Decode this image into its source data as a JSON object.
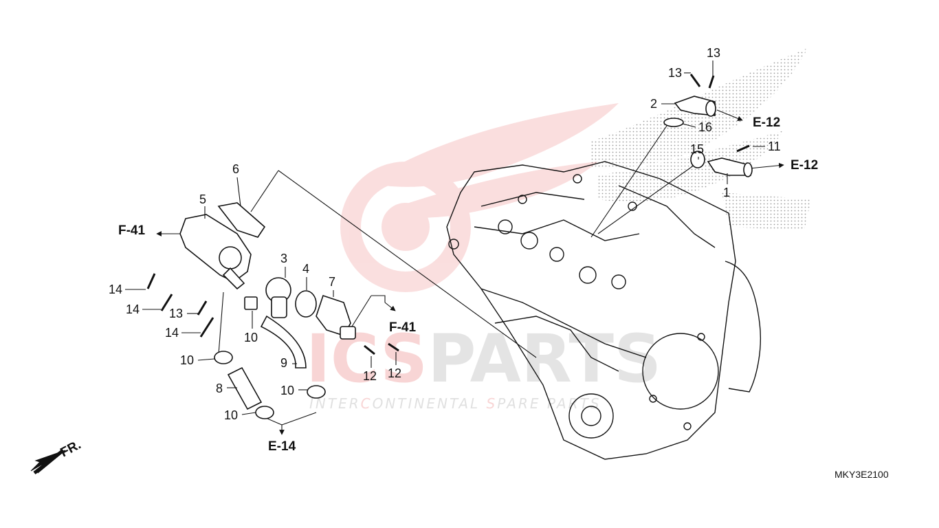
{
  "diagram": {
    "watermark": {
      "brand_left": "ICS",
      "brand_right": "PARTS",
      "tagline_a": "INTER",
      "tagline_b": "C",
      "tagline_c": "ONTINENTAL ",
      "tagline_d": "S",
      "tagline_e": "PARE PARTS",
      "logo_color": "#e23b3b",
      "text_color": "#d9d9d9"
    },
    "callouts": {
      "c1": "1",
      "c2": "2",
      "c3": "3",
      "c4": "4",
      "c5": "5",
      "c6": "6",
      "c7": "7",
      "c8": "8",
      "c9": "9",
      "c10a": "10",
      "c10b": "10",
      "c10c": "10",
      "c10d": "10",
      "c11": "11",
      "c12a": "12",
      "c12b": "12",
      "c13a": "13",
      "c13b": "13",
      "c13c": "13",
      "c14a": "14",
      "c14b": "14",
      "c14c": "14",
      "c15": "15",
      "c16": "16"
    },
    "references": {
      "e12_top": "E-12",
      "e12_bottom": "E-12",
      "f41_left": "F-41",
      "f41_right": "F-41",
      "e14": "E-14"
    },
    "front_marker": "FR.",
    "diagram_code": "MKY3E2100"
  }
}
